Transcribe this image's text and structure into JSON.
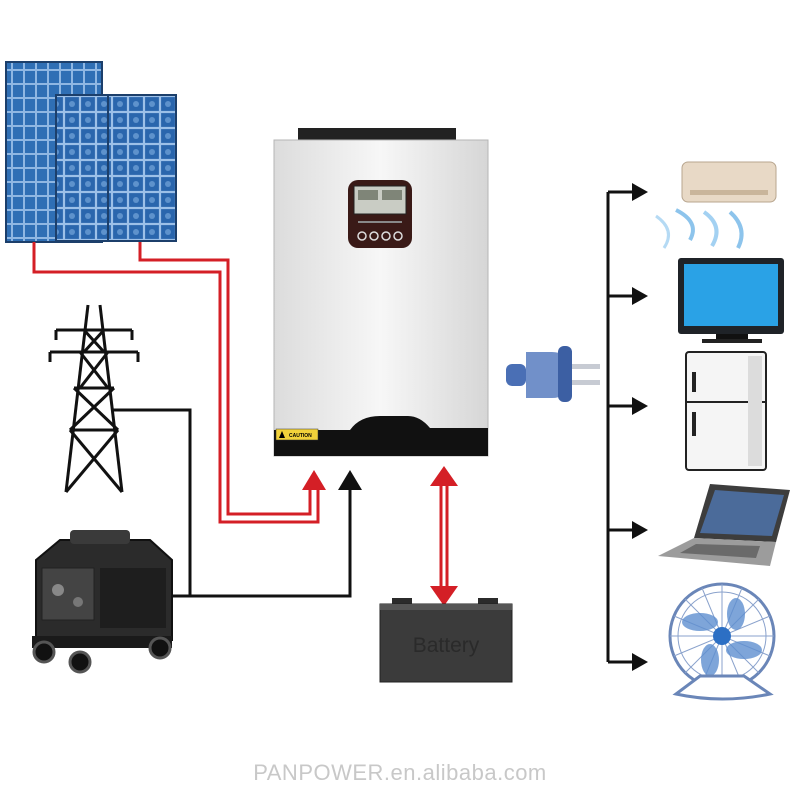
{
  "battery": {
    "label": "Battery"
  },
  "inverter": {
    "caution_label": "CAUTION"
  },
  "footer": {
    "watermark": "PANPOWER.en.alibaba.com"
  },
  "colors": {
    "dc_line": "#d41f26",
    "ac_line": "#111111",
    "panel_blue": "#2f6fb5",
    "screen_bg": "#c9ccc4"
  },
  "icons": [
    "solar-panels-icon",
    "power-tower-icon",
    "generator-icon",
    "inverter-icon",
    "battery-icon",
    "plug-icon",
    "air-conditioner-icon",
    "tv-icon",
    "fridge-icon",
    "laptop-icon",
    "fan-icon"
  ]
}
